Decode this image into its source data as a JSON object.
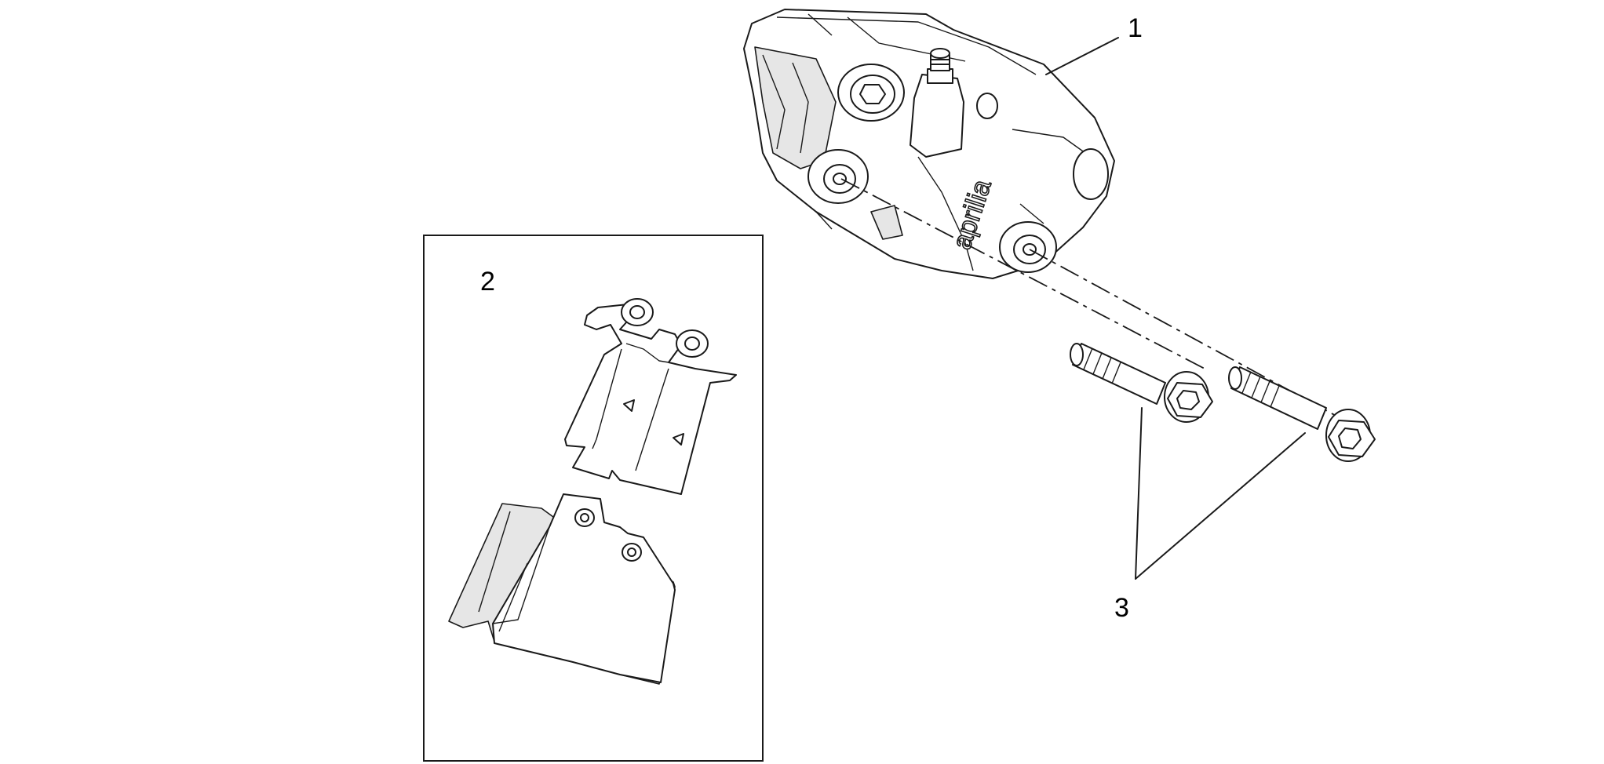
{
  "callouts": {
    "caliper": "1",
    "pad_kit": "2",
    "screws": "3"
  },
  "caliper_brand": "aprilia"
}
